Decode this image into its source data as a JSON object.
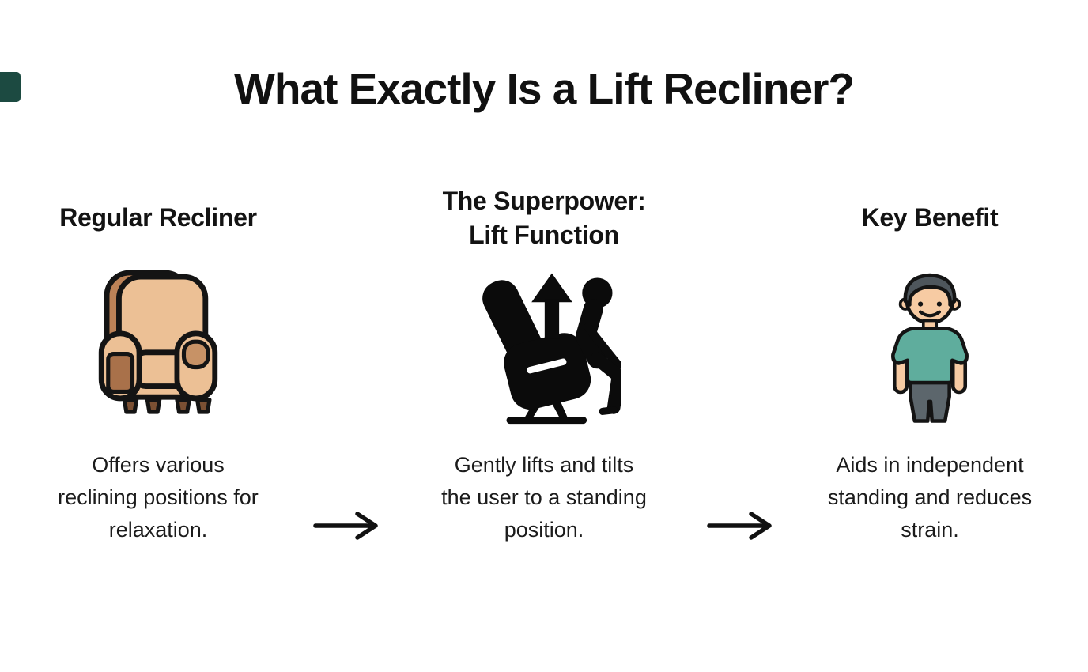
{
  "title": "What Exactly Is a Lift Recliner?",
  "corner_mark": {
    "color": "#1c4a41"
  },
  "columns": [
    {
      "heading_lines": [
        "Regular Recliner"
      ],
      "icon": "armchair-icon",
      "description_lines": [
        "Offers various",
        "reclining positions for",
        "relaxation."
      ]
    },
    {
      "heading_lines": [
        "The Superpower:",
        "Lift Function"
      ],
      "icon": "lift-recliner-icon",
      "description_lines": [
        "Gently lifts and tilts",
        "the user to a standing",
        "position."
      ]
    },
    {
      "heading_lines": [
        "Key Benefit"
      ],
      "icon": "standing-person-icon",
      "description_lines": [
        "Aids in independent",
        "standing and reduces",
        "strain."
      ]
    }
  ],
  "connectors": [
    {
      "icon": "right-arrow-icon"
    },
    {
      "icon": "right-arrow-icon"
    }
  ],
  "colors": {
    "background": "#ffffff",
    "text": "#141414",
    "arrow": "#111111",
    "silhouette": "#0b0b0b",
    "chair_tan": "#ecc095",
    "chair_mid": "#c79266",
    "chair_dark": "#a9714a",
    "chair_rear": "#bc8257",
    "chair_leg": "#7b5033",
    "shirt_teal": "#5fad9d",
    "skin": "#f7cba3",
    "hair_gray": "#4e565c",
    "pants_gray": "#5c666c",
    "outline": "#141414"
  }
}
